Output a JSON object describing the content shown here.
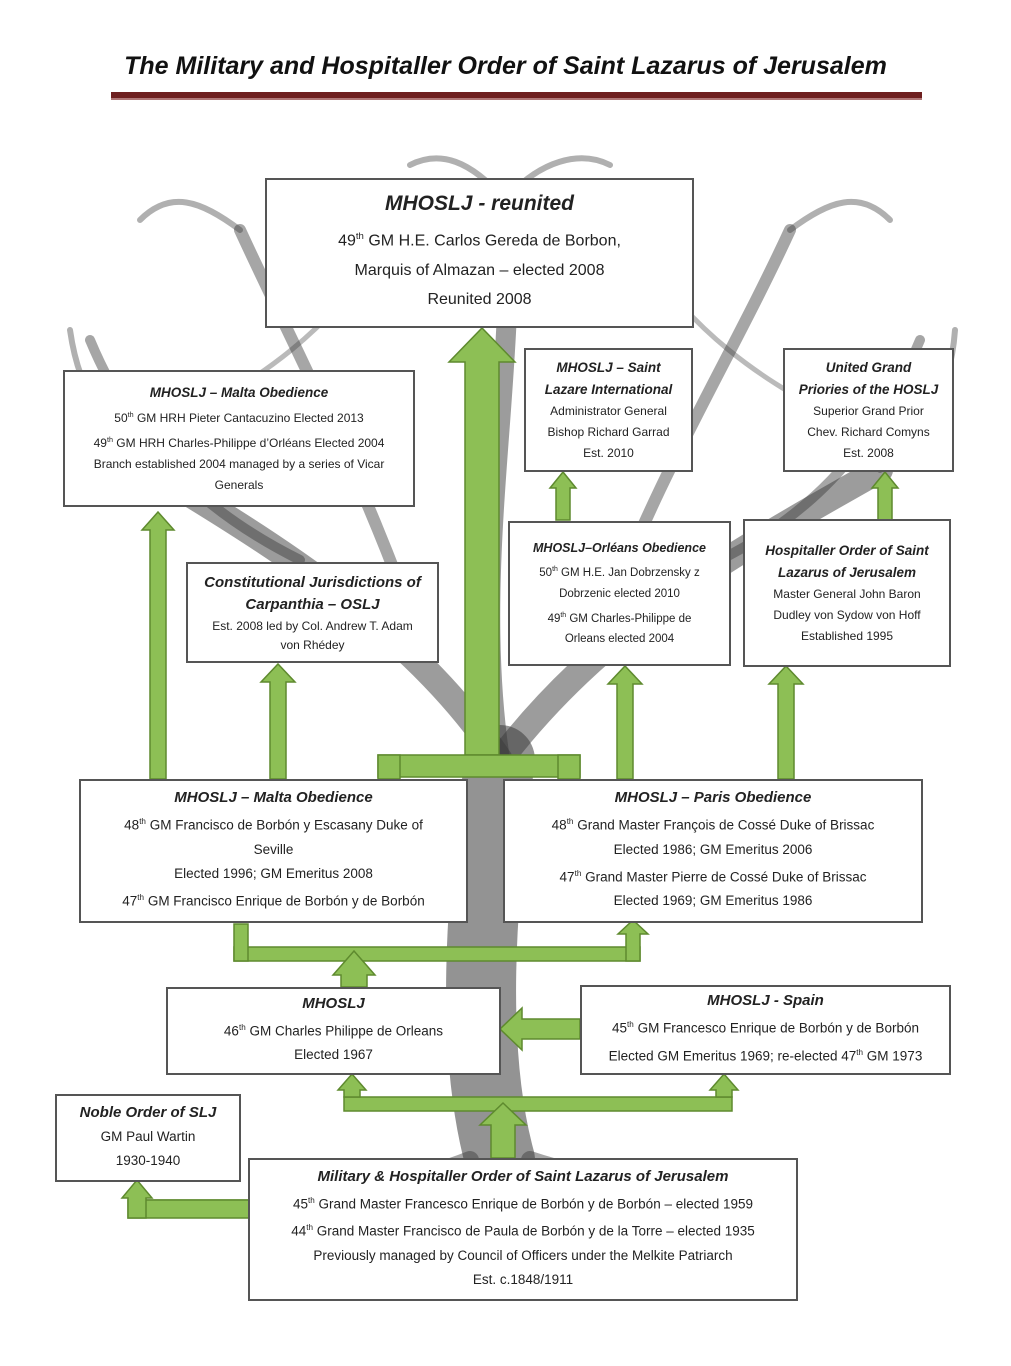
{
  "page_title": "The Military and Hospitaller Order of Saint Lazarus of Jerusalem",
  "colors": {
    "arrow": "#8dbf55",
    "arrow_edge": "#5e8a2e",
    "rule": "#6e1f1f",
    "tree": "#3a3a3a"
  },
  "nodes": {
    "reunited": {
      "heading": "MHOSLJ - reunited",
      "line1_num": "49",
      "line1_sup": "th",
      "line1_rest": " GM H.E.  Carlos Gereda de Borbon,",
      "line2": "Marquis of Almazan – elected 2008",
      "line3": "Reunited 2008"
    },
    "malta_2004": {
      "heading": "MHOSLJ – Malta Obedience",
      "line1_num": "50",
      "line1_sup": "th",
      "line1_rest": " GM HRH Pieter Cantacuzino Elected 2013",
      "line2_num": "49",
      "line2_sup": "th",
      "line2_rest": " GM HRH Charles-Philippe d’Orléans Elected 2004",
      "line3": "Branch established 2004 managed by a series of Vicar",
      "line4": "Generals"
    },
    "saint_lazare_intl": {
      "heading1": "MHOSLJ – Saint",
      "heading2": "Lazare International",
      "line1": "Administrator General",
      "line2": "Bishop Richard Garrad",
      "line3": "Est. 2010"
    },
    "united_grand": {
      "heading1": "United Grand",
      "heading2": "Priories of the HOSLJ",
      "line1": "Superior Grand Prior",
      "line2": "Chev. Richard Comyns",
      "line3": "Est. 2008"
    },
    "carpanthia": {
      "heading1": "Constitutional Jurisdictions of",
      "heading2": "Carpanthia – OSLJ",
      "line1": "Est. 2008 led by Col. Andrew T. Adam",
      "line2": "von Rhédey"
    },
    "orleans": {
      "heading": "MHOSLJ–Orléans Obedience",
      "line1_num": "50",
      "line1_sup": "th",
      "line1_rest": " GM H.E. Jan Dobrzensky z",
      "line2": "Dobrzenic elected 2010",
      "line3_num": "49",
      "line3_sup": "th",
      "line3_rest": " GM Charles-Philippe de",
      "line4": "Orleans elected 2004"
    },
    "hospitaller_order": {
      "heading1": "Hospitaller Order of Saint",
      "heading2": "Lazarus of Jerusalem",
      "line1": "Master General John Baron",
      "line2": "Dudley von Sydow von Hoff",
      "line3": "Established 1995"
    },
    "malta_1996": {
      "heading": "MHOSLJ – Malta Obedience",
      "line1_num": "48",
      "line1_sup": "th",
      "line1_rest": " GM Francisco de Borbón y Escasany Duke of",
      "line2": "Seville",
      "line3": "Elected 1996; GM Emeritus 2008",
      "line4_num": "47",
      "line4_sup": "th",
      "line4_rest": " GM Francisco Enrique de Borbón y de Borbón"
    },
    "paris": {
      "heading": "MHOSLJ – Paris Obedience",
      "line1_num": "48",
      "line1_sup": "th",
      "line1_rest": " Grand Master François de Cossé Duke of Brissac",
      "line2": "Elected 1986; GM Emeritus 2006",
      "line3_num": "47",
      "line3_sup": "th",
      "line3_rest": " Grand Master Pierre de Cossé Duke of Brissac",
      "line4": "Elected 1969; GM Emeritus 1986"
    },
    "mhoslj_1967": {
      "heading": "MHOSLJ",
      "line1_num": "46",
      "line1_sup": "th",
      "line1_rest": " GM Charles Philippe de Orleans",
      "line2": "Elected 1967"
    },
    "spain": {
      "heading": "MHOSLJ - Spain",
      "line1_num": "45",
      "line1_sup": "th",
      "line1_rest": " GM Francesco Enrique de Borbón y de Borbón",
      "line2_a": "Elected GM Emeritus 1969; re-elected 47",
      "line2_sup": "th",
      "line2_b": " GM 1973"
    },
    "noble_order": {
      "heading": "Noble Order of SLJ",
      "line1": "GM Paul Wartin",
      "line2": "1930-1940"
    },
    "root": {
      "heading": "Military & Hospitaller Order of Saint Lazarus of Jerusalem",
      "line1_num": "45",
      "line1_sup": "th",
      "line1_rest": " Grand Master Francesco Enrique de Borbón y de Borbón – elected 1959",
      "line2_num": "44",
      "line2_sup": "th",
      "line2_rest": " Grand Master Francisco de Paula de Borbón y de la Torre – elected 1935",
      "line3": "Previously managed by Council of Officers under the Melkite Patriarch",
      "line4": "Est. c.1848/1911"
    }
  }
}
